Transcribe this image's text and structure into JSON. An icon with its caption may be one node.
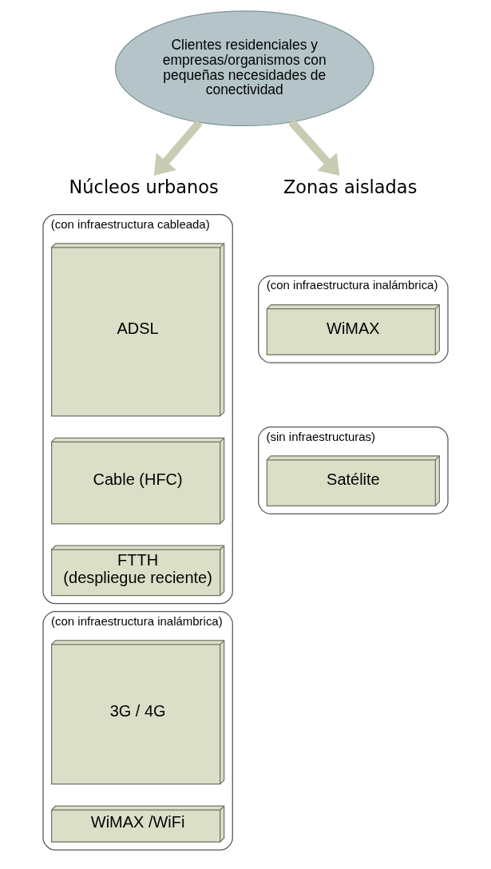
{
  "diagram": {
    "nodes": [
      {
        "text": [
          "Clientes residenciales y empresas/organismos con pequeñas necesidades de conectividad"
        ]
      },
      {
        "text": [
          "Núcleos urbanos"
        ]
      },
      {
        "text": [
          "(con infraestructura cableada)"
        ]
      },
      {
        "text": [
          "ADSL"
        ],
        "in": 2
      },
      {
        "text": [
          "Cable (HFC)"
        ],
        "in": 2
      },
      {
        "text": [
          "FTTH",
          "(despliegue reciente)"
        ],
        "in": 2
      },
      {
        "text": [
          "(con infraestructura inalámbrica)"
        ]
      },
      {
        "text": [
          "3G / 4G"
        ],
        "in": 6
      },
      {
        "text": [
          "WiMAX /WiFi"
        ],
        "in": 6
      },
      {
        "text": [
          "Zonas aisladas"
        ]
      },
      {
        "text": [
          "(con infraestructura inalámbrica)"
        ]
      },
      {
        "text": [
          "WiMAX"
        ],
        "in": 10
      },
      {
        "text": [
          "(sin infraestructuras)"
        ]
      },
      {
        "text": [
          "Satélite"
        ],
        "in": 12
      }
    ],
    "edges": [
      {
        "from": 0,
        "to": 1,
        "arrow": "to"
      },
      {
        "from": 0,
        "to": 9,
        "arrow": "to"
      }
    ]
  }
}
